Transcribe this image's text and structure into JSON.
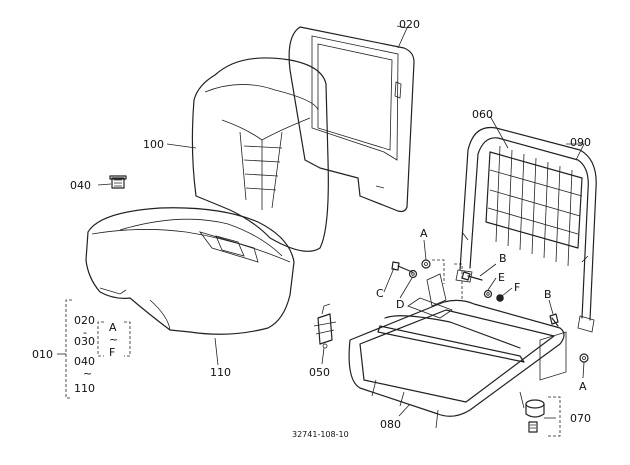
{
  "diagram": {
    "footer_code": "32741-108-10",
    "labels": {
      "p020": "020",
      "p030": "030",
      "p040": "040",
      "p050": "050",
      "p060": "060",
      "p070": "070",
      "p080": "080",
      "p090": "090",
      "p100": "100",
      "p110": "110",
      "p010": "010",
      "A_top": "A",
      "A_bottom": "A",
      "B_top": "B",
      "B_right": "B",
      "C": "C",
      "D": "D",
      "E": "E",
      "F": "F"
    },
    "legend": {
      "assembly": "010",
      "lines": [
        "020",
        "030",
        "040",
        "110"
      ],
      "range_from": "A",
      "range_to": "F",
      "dash": "-",
      "tilde": "~"
    }
  }
}
